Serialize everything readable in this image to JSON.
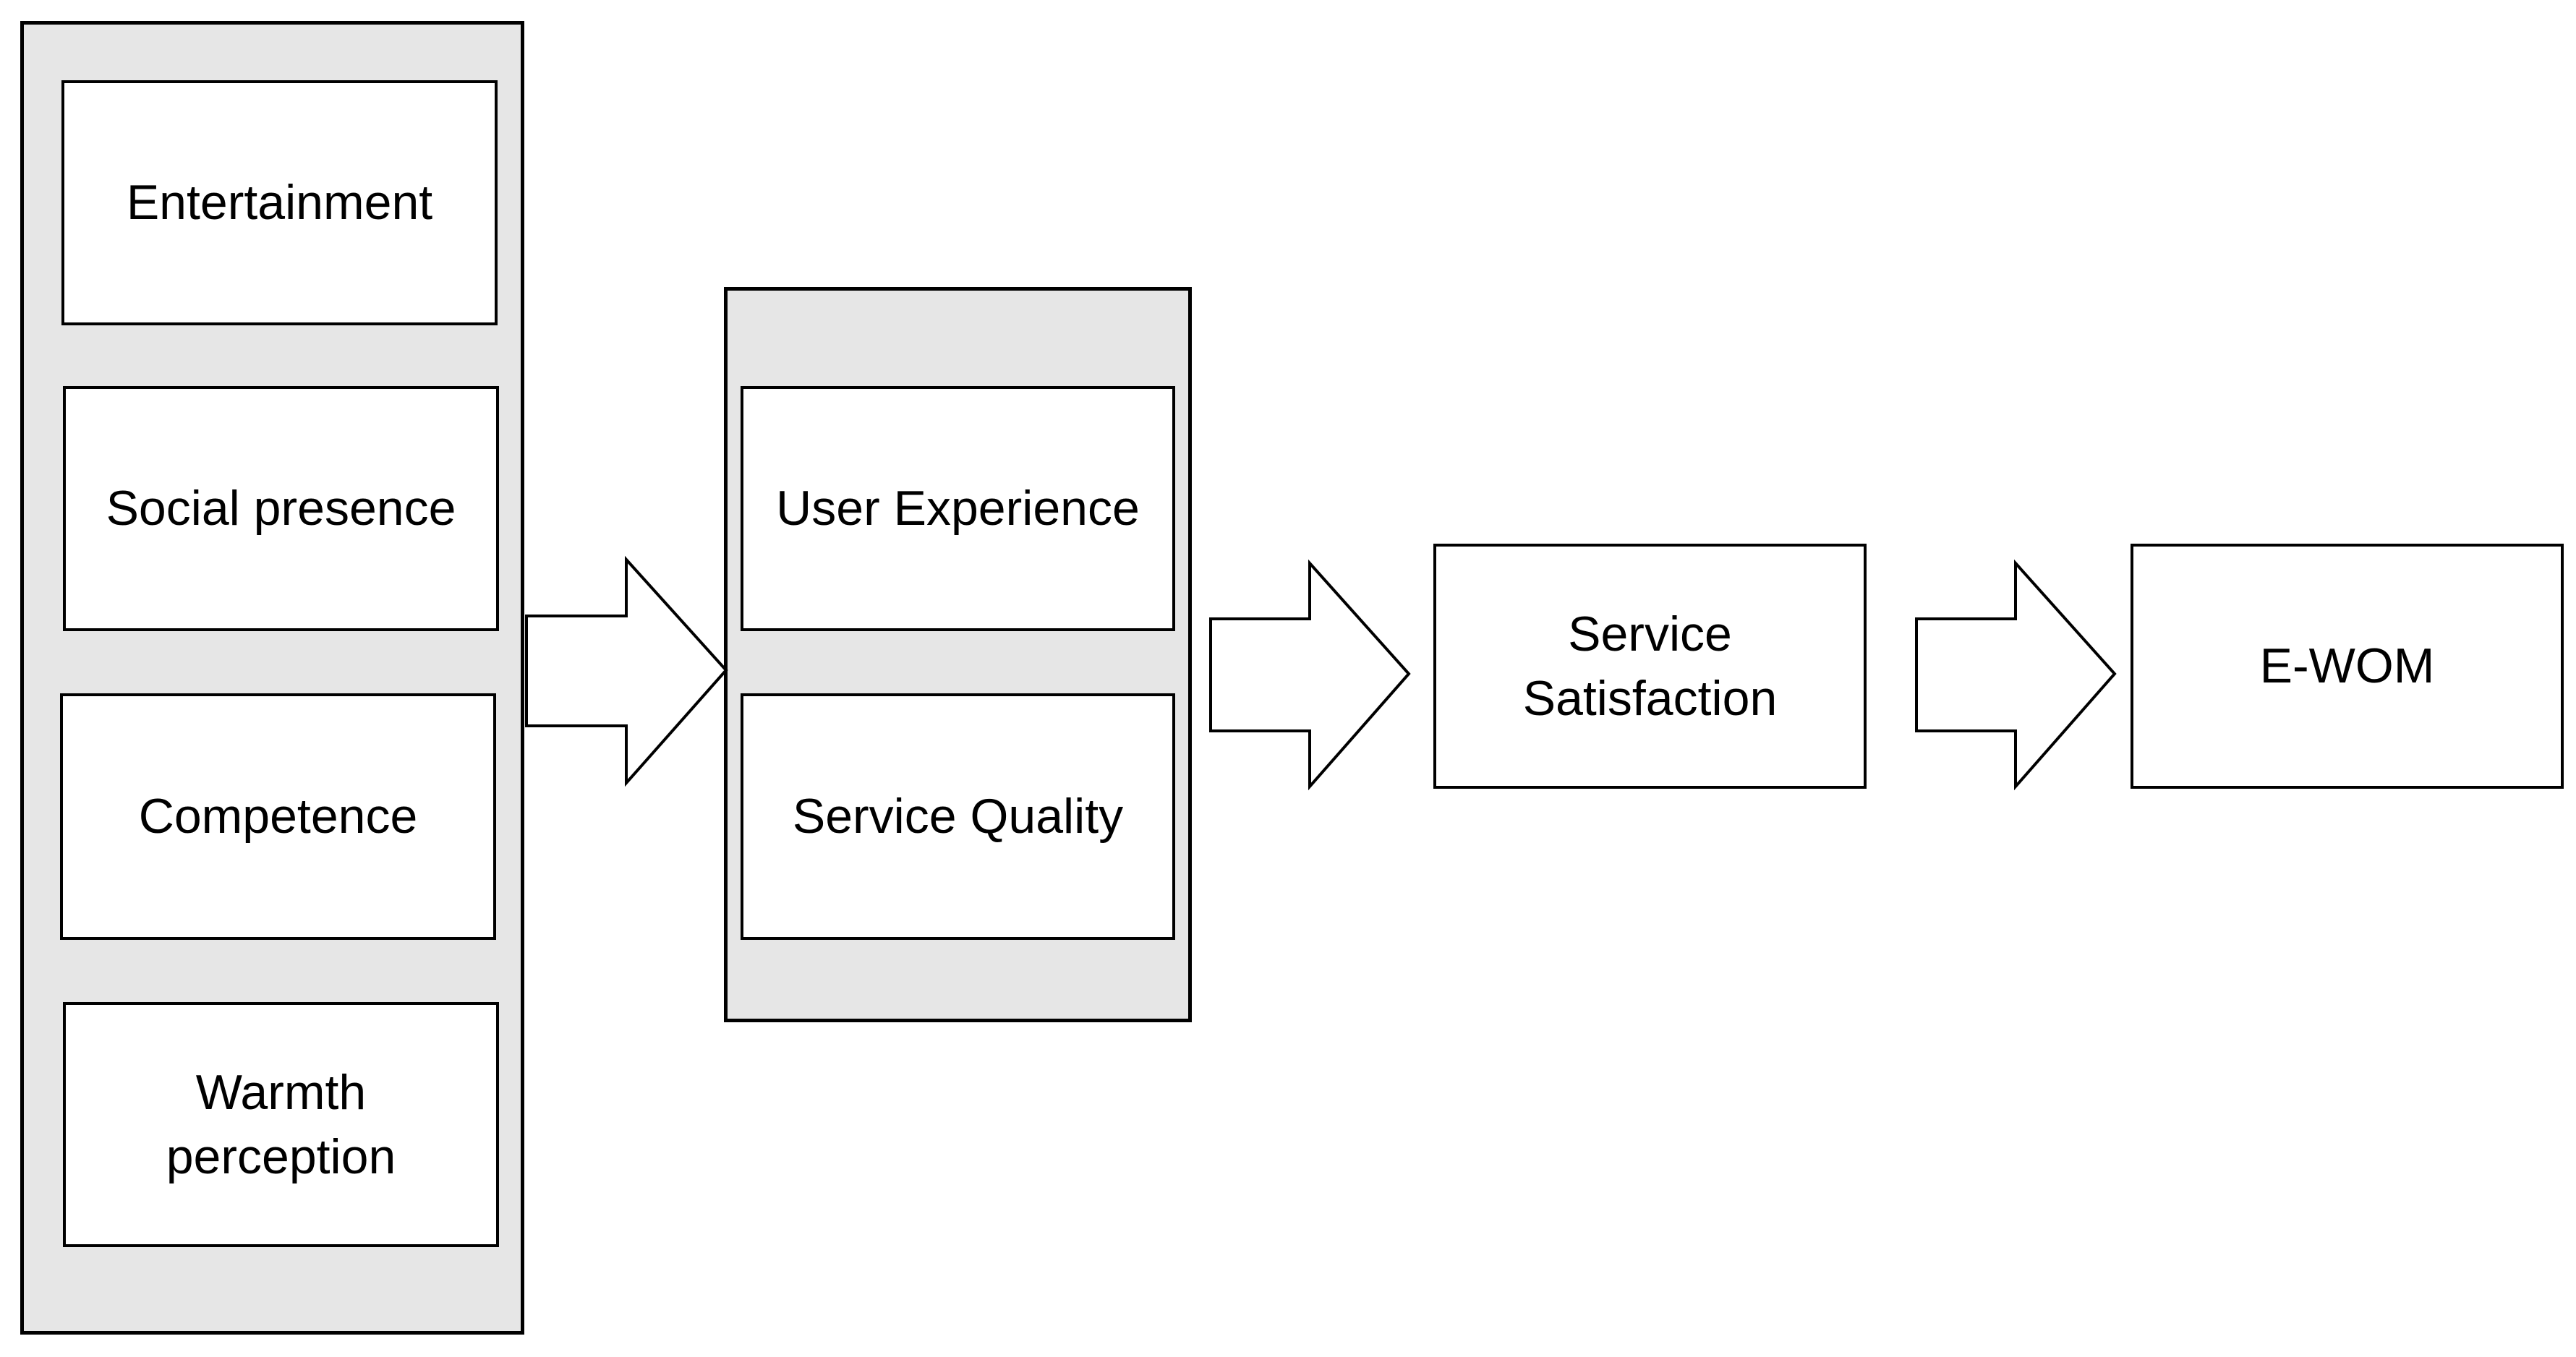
{
  "diagram": {
    "antecedents": [
      {
        "label": "Entertainment"
      },
      {
        "label": "Social presence"
      },
      {
        "label": "Competence"
      },
      {
        "label": "Warmth perception"
      }
    ],
    "mediators": [
      {
        "label": "User Experience"
      },
      {
        "label": "Service Quality"
      }
    ],
    "outcome": {
      "label": "Service Satisfaction"
    },
    "final": {
      "label": "E-WOM"
    },
    "colors": {
      "group_fill": "#e6e6e6",
      "node_fill": "#ffffff",
      "stroke": "#000000"
    },
    "connectors": [
      {
        "from": "antecedents",
        "to": "mediators",
        "shape": "block-arrow"
      },
      {
        "from": "mediators",
        "to": "outcome",
        "shape": "block-arrow"
      },
      {
        "from": "outcome",
        "to": "final",
        "shape": "block-arrow"
      }
    ]
  }
}
